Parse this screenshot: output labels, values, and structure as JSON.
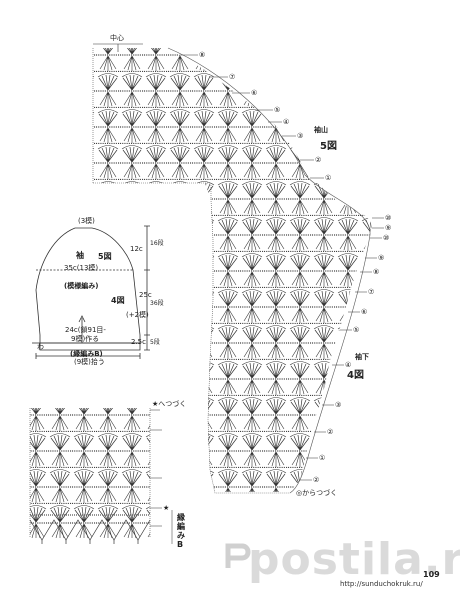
{
  "top_chart": {
    "center_label": "中心",
    "sleeve_cap_label": "袖山",
    "fig5_label": "5図",
    "underarm_label": "袖下",
    "fig4_label": "4図",
    "continue_from_label": "◎からつづく",
    "right_markers": [
      "⑧",
      "⑦",
      "⑥",
      "⑤",
      "④",
      "③",
      "②",
      "①",
      "⑩",
      "⑨",
      "⑩",
      "⑨",
      "⑧",
      "⑦",
      "⑥",
      "⑤",
      "④",
      "③",
      "②",
      "①",
      "②"
    ]
  },
  "schematic": {
    "top_stitches": "(3模)",
    "piece_name": "袖",
    "fig_ref_5": "5図",
    "width_label": "35c(13模)",
    "pattern_label": "(模様編み)",
    "fig_ref_4": "4図",
    "cap_height": "12c",
    "cap_rows": "16段",
    "side_height": "25c",
    "side_rows": "36段",
    "increase_note": "(+2模)",
    "edge_height": "2.5c",
    "edge_rows": "5段",
    "start_note_1": "24c(鎖91目-",
    "start_note_2": "9模)作る",
    "wa_label": "わ",
    "edging_label": "(縁編みB)",
    "pickup_label": "(9模)拾う"
  },
  "bottom_chart": {
    "continue_label": "★へつづく",
    "edging_vertical": [
      "縁",
      "編",
      "み",
      "B"
    ],
    "star_markers": [
      "★"
    ]
  },
  "footer": {
    "page_number": "109",
    "watermark": "postila.ru",
    "url": "http://sunduchokruk.ru/"
  }
}
